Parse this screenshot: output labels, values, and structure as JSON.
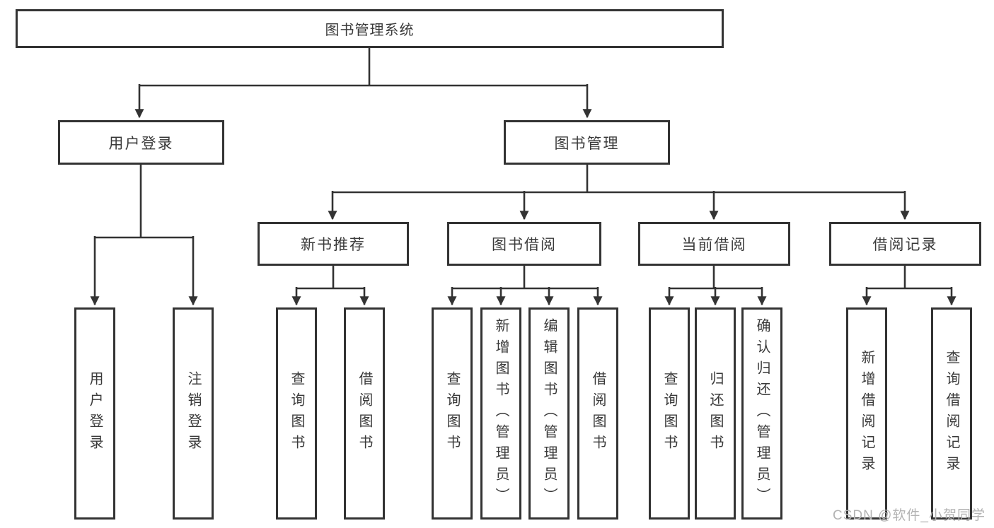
{
  "title": "图书管理系统",
  "colors": {
    "line": "#333333",
    "text": "#3a3a3a",
    "box-bg": "#ffffff",
    "watermark": "#b3b3b3",
    "background": "#ffffff"
  },
  "tree": {
    "label": "图书管理系统",
    "children": [
      {
        "label": "用户登录",
        "children": [
          {
            "label": "用户登录"
          },
          {
            "label": "注销登录"
          }
        ]
      },
      {
        "label": "图书管理",
        "children": [
          {
            "label": "新书推荐",
            "children": [
              {
                "label": "查询图书"
              },
              {
                "label": "借阅图书"
              }
            ]
          },
          {
            "label": "图书借阅",
            "children": [
              {
                "label": "查询图书"
              },
              {
                "label": "新增图书（管理员）"
              },
              {
                "label": "编辑图书（管理员）"
              },
              {
                "label": "借阅图书"
              }
            ]
          },
          {
            "label": "当前借阅",
            "children": [
              {
                "label": "查询图书"
              },
              {
                "label": "归还图书"
              },
              {
                "label": "确认归还（管理员）"
              }
            ]
          },
          {
            "label": "借阅记录",
            "children": [
              {
                "label": "新增借阅记录"
              },
              {
                "label": "查询借阅记录"
              }
            ]
          }
        ]
      }
    ]
  },
  "watermark": {
    "text": "CSDN @软件_小贺同学"
  }
}
